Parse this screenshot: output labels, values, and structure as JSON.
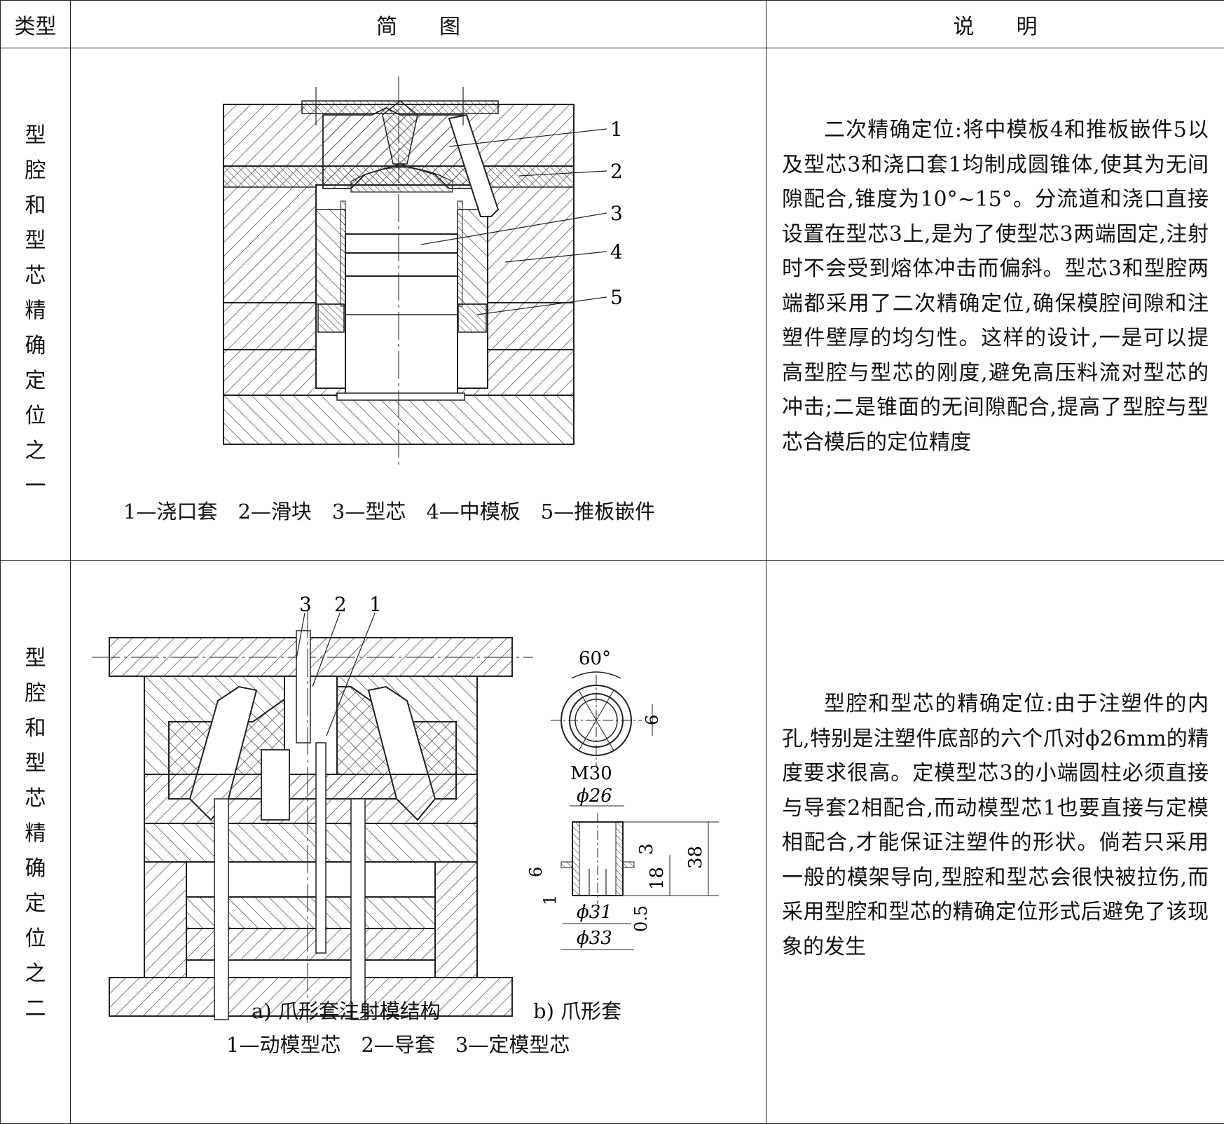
{
  "header": {
    "type": "类型",
    "figure": "简　　图",
    "description": "说　　明"
  },
  "rows": [
    {
      "type_chars": [
        "型",
        "腔",
        "和",
        "型",
        "芯",
        "精",
        "确",
        "定",
        "位",
        "之",
        "一"
      ],
      "callouts": [
        "1",
        "2",
        "3",
        "4",
        "5"
      ],
      "legend": "1—浇口套　2—滑块　3—型芯　4—中模板　5—推板嵌件",
      "description": "二次精确定位:将中模板4和推板嵌件5以及型芯3和浇口套1均制成圆锥体,使其为无间隙配合,锥度为10°~15°。分流道和浇口直接设置在型芯3上,是为了使型芯3两端固定,注射时不会受到熔体冲击而偏斜。型芯3和型腔两端都采用了二次精确定位,确保模腔间隙和注塑件壁厚的均匀性。这样的设计,一是可以提高型腔与型芯的刚度,避免高压料流对型芯的冲击;二是锥面的无间隙配合,提高了型腔与型芯合模后的定位精度"
    },
    {
      "type_chars": [
        "型",
        "腔",
        "和",
        "型",
        "芯",
        "精",
        "确",
        "定",
        "位",
        "之",
        "二"
      ],
      "callouts": [
        "3",
        "2",
        "1"
      ],
      "dims": {
        "angle": "60°",
        "d6": "6",
        "m30": "M30",
        "phi26": "ϕ26",
        "d3": "3",
        "d18": "18",
        "d38": "38",
        "d6b": "6",
        "d1": "1",
        "phi31": "ϕ31",
        "d05": "0.5",
        "phi33": "ϕ33"
      },
      "caption_a": "a) 爪形套注射模结构",
      "caption_b": "b) 爪形套",
      "legend": "1—动模型芯　2—导套　3—定模型芯",
      "description": "型腔和型芯的精确定位:由于注塑件的内孔,特别是注塑件底部的六个爪对ϕ26mm的精度要求很高。定模型芯3的小端圆柱必须直接与导套2相配合,而动模型芯1也要直接与定模相配合,才能保证注塑件的形状。倘若只采用一般的模架导向,型腔和型芯会很快被拉伤,而采用型腔和型芯的精确定位形式后避免了该现象的发生"
    }
  ]
}
